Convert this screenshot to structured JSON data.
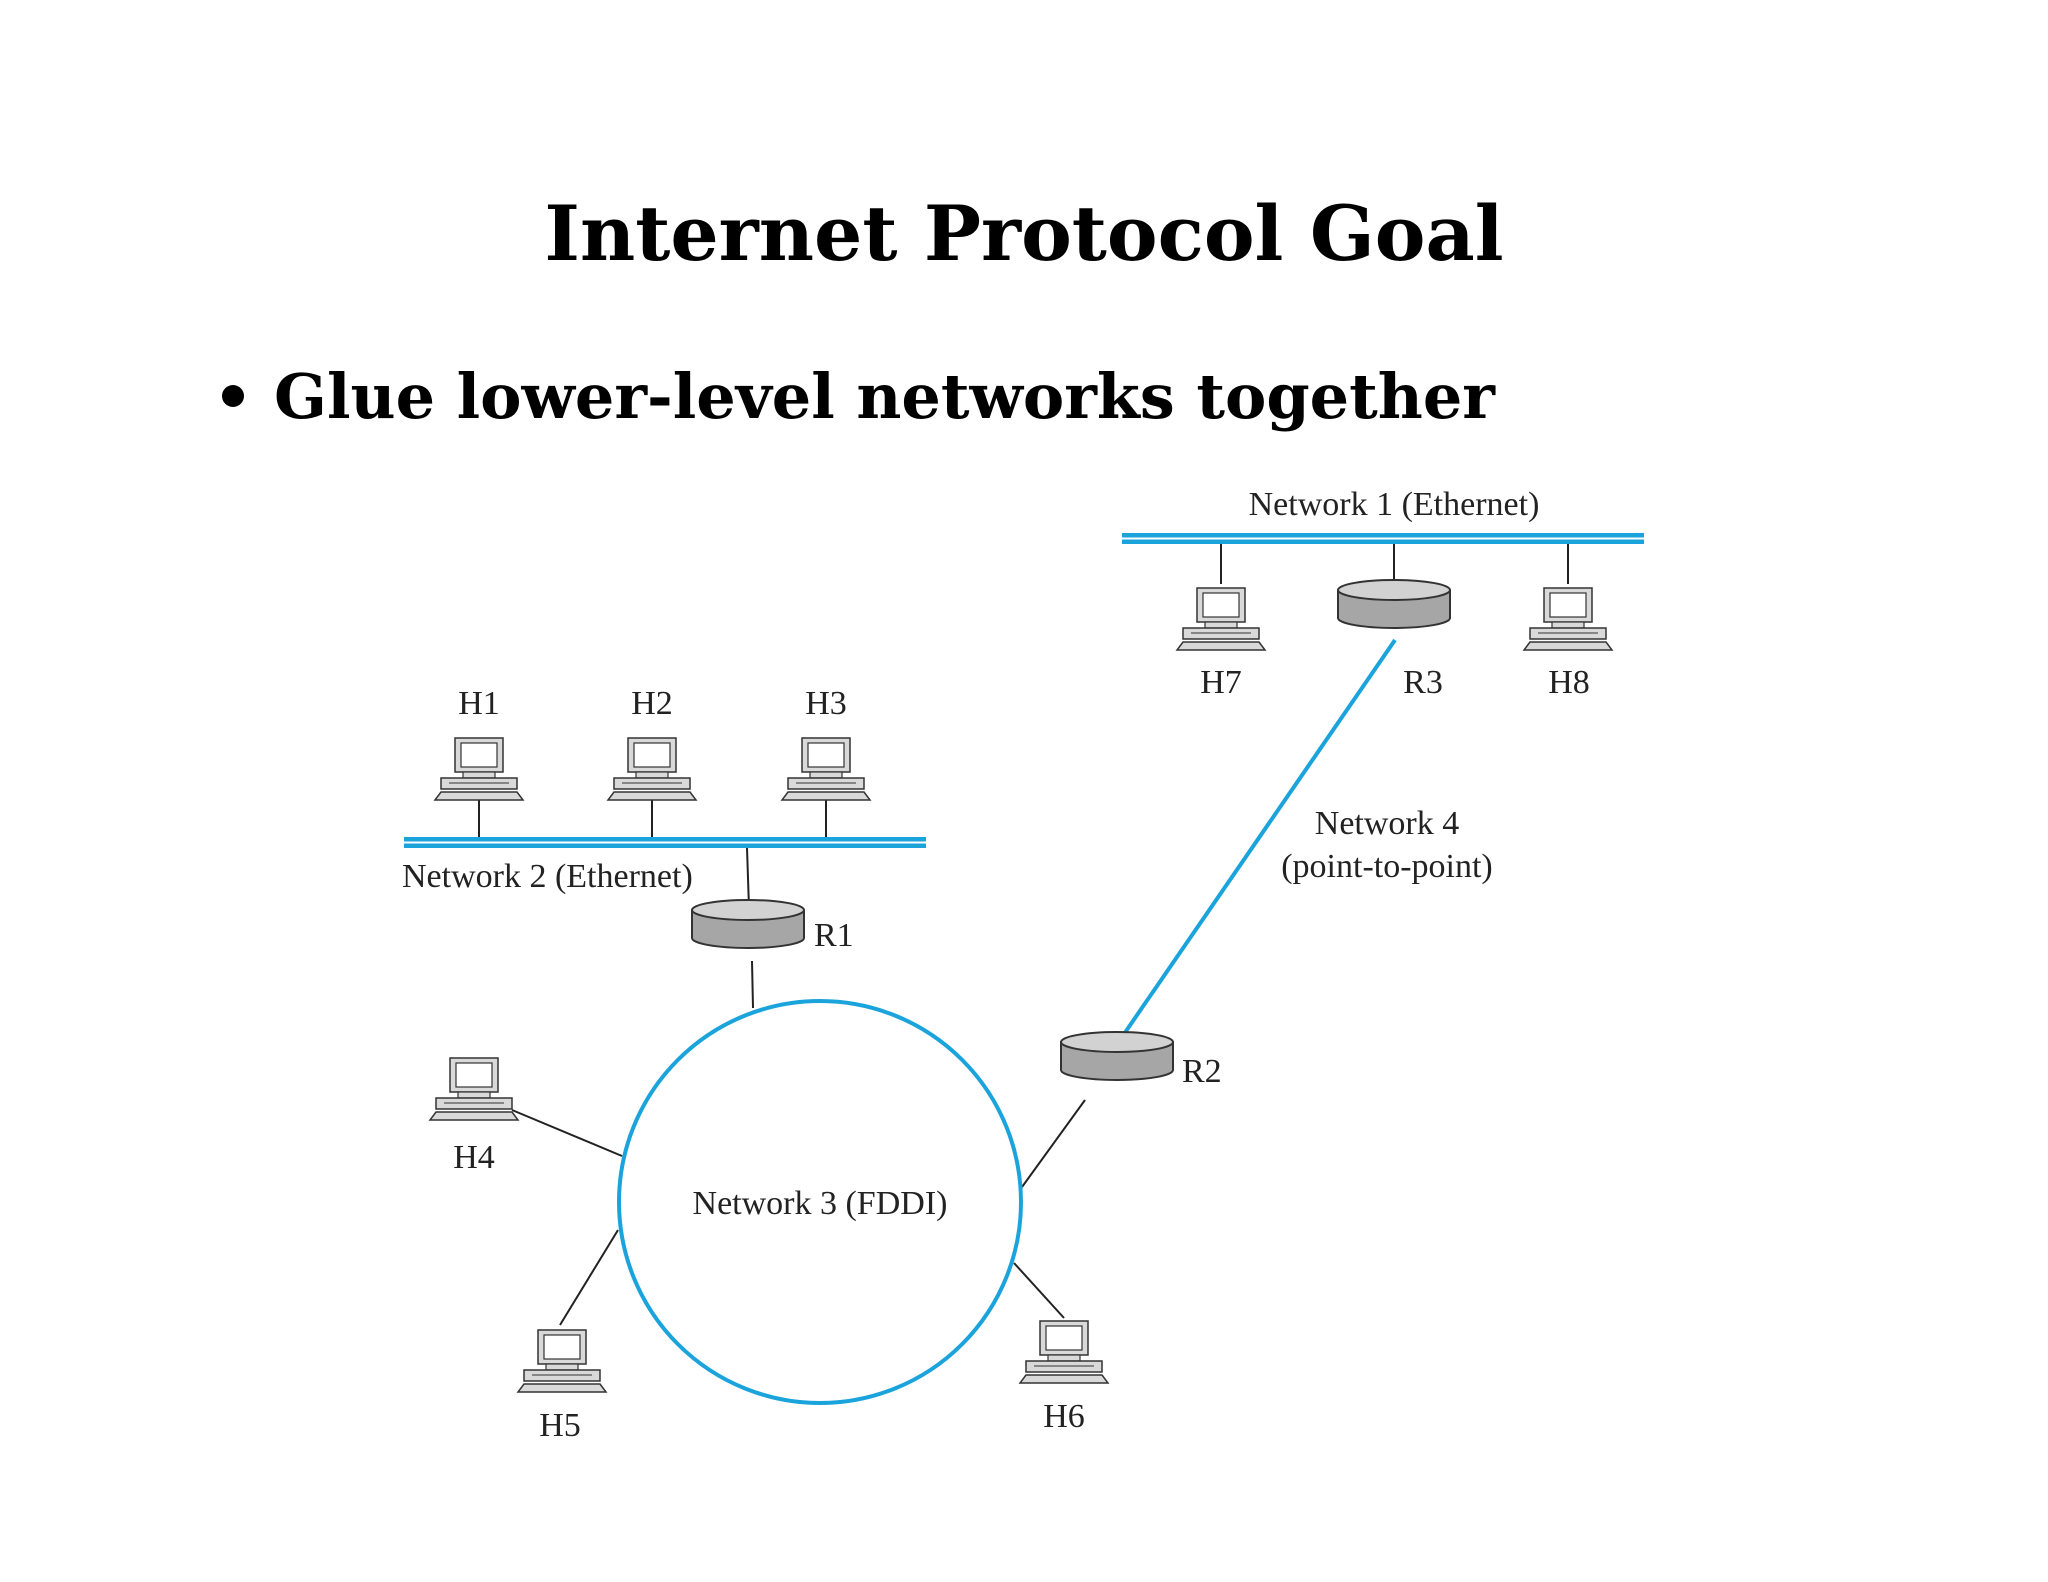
{
  "slide": {
    "title": "Internet Protocol Goal",
    "bullet": "Glue lower-level networks together"
  },
  "diagram": {
    "networks": {
      "n1": "Network 1 (Ethernet)",
      "n2": "Network 2 (Ethernet)",
      "n3": "Network 3 (FDDI)",
      "n4_line1": "Network 4",
      "n4_line2": "(point-to-point)"
    },
    "hosts": [
      "H1",
      "H2",
      "H3",
      "H4",
      "H5",
      "H6",
      "H7",
      "H8"
    ],
    "routers": [
      "R1",
      "R2",
      "R3"
    ]
  },
  "colors": {
    "accent_blue": "#1ba3dc",
    "router_gray": "#a6a6a6",
    "line_black": "#222222"
  },
  "icons": {
    "host": "computer-icon",
    "router": "router-icon"
  }
}
